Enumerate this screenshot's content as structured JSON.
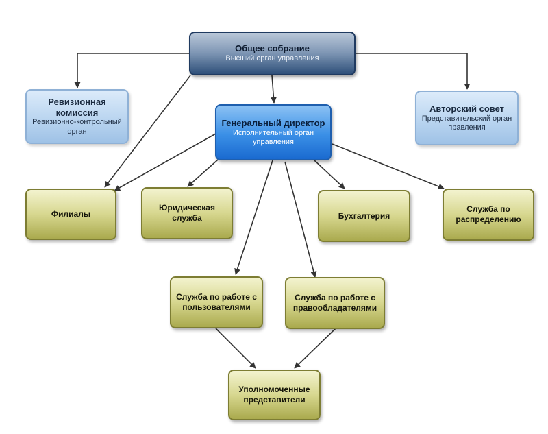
{
  "nodes": {
    "general_meeting": {
      "title": "Общее собрание",
      "subtitle": "Высший орган управления"
    },
    "audit_commission": {
      "title": "Ревизионная комиссия",
      "subtitle": "Ревизионно-контрольный орган"
    },
    "general_director": {
      "title": "Генеральный директор",
      "subtitle": "Исполнительный орган управления"
    },
    "authors_council": {
      "title": "Авторский совет",
      "subtitle": "Представительский орган правления"
    },
    "branches": {
      "title": "Филиалы"
    },
    "legal_service": {
      "title": "Юридическая служба"
    },
    "accounting": {
      "title": "Бухгалтерия"
    },
    "distribution_service": {
      "title": "Служба по распределению"
    },
    "user_service": {
      "title": "Служба по работе с пользователями"
    },
    "rightholder_service": {
      "title": "Служба по работе с правообладателями"
    },
    "representatives": {
      "title": "Уполномоченные представители"
    }
  },
  "colors": {
    "top_node": "#2e4f79",
    "director_node": "#3a8fe6",
    "side_node": "#bad5f0",
    "unit_node": "#d7d78f",
    "connector": "#333333"
  }
}
